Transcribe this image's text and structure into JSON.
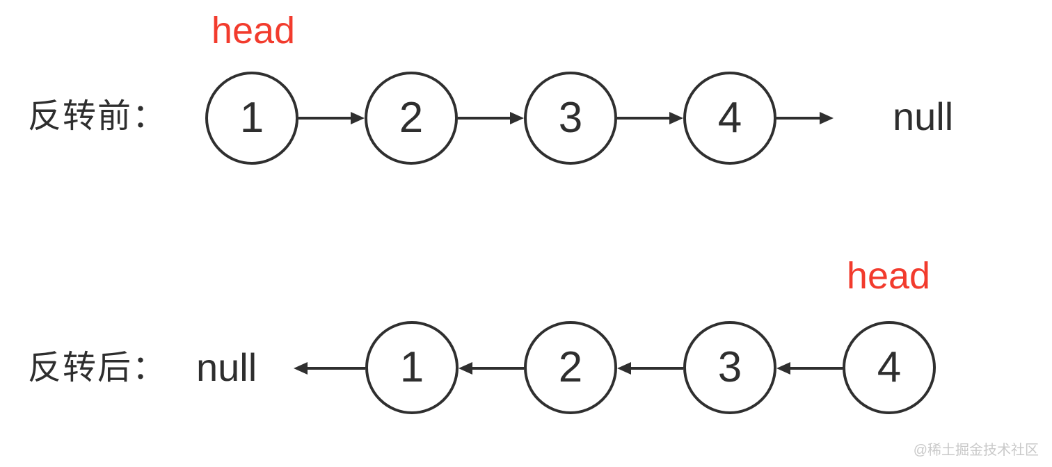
{
  "colors": {
    "head_pointer_red": "#f23b2d",
    "node_stroke": "#2f2f2f",
    "text": "#2e2e2e",
    "watermark_gray": "#c9c9c9",
    "background": "#ffffff"
  },
  "before": {
    "label": "反转前：",
    "head_label": "head",
    "nodes": [
      "1",
      "2",
      "3",
      "4"
    ],
    "null_label": "null"
  },
  "after": {
    "label": "反转后：",
    "head_label": "head",
    "nodes": [
      "1",
      "2",
      "3",
      "4"
    ],
    "null_label": "null"
  },
  "watermark": "@稀土掘金技术社区"
}
